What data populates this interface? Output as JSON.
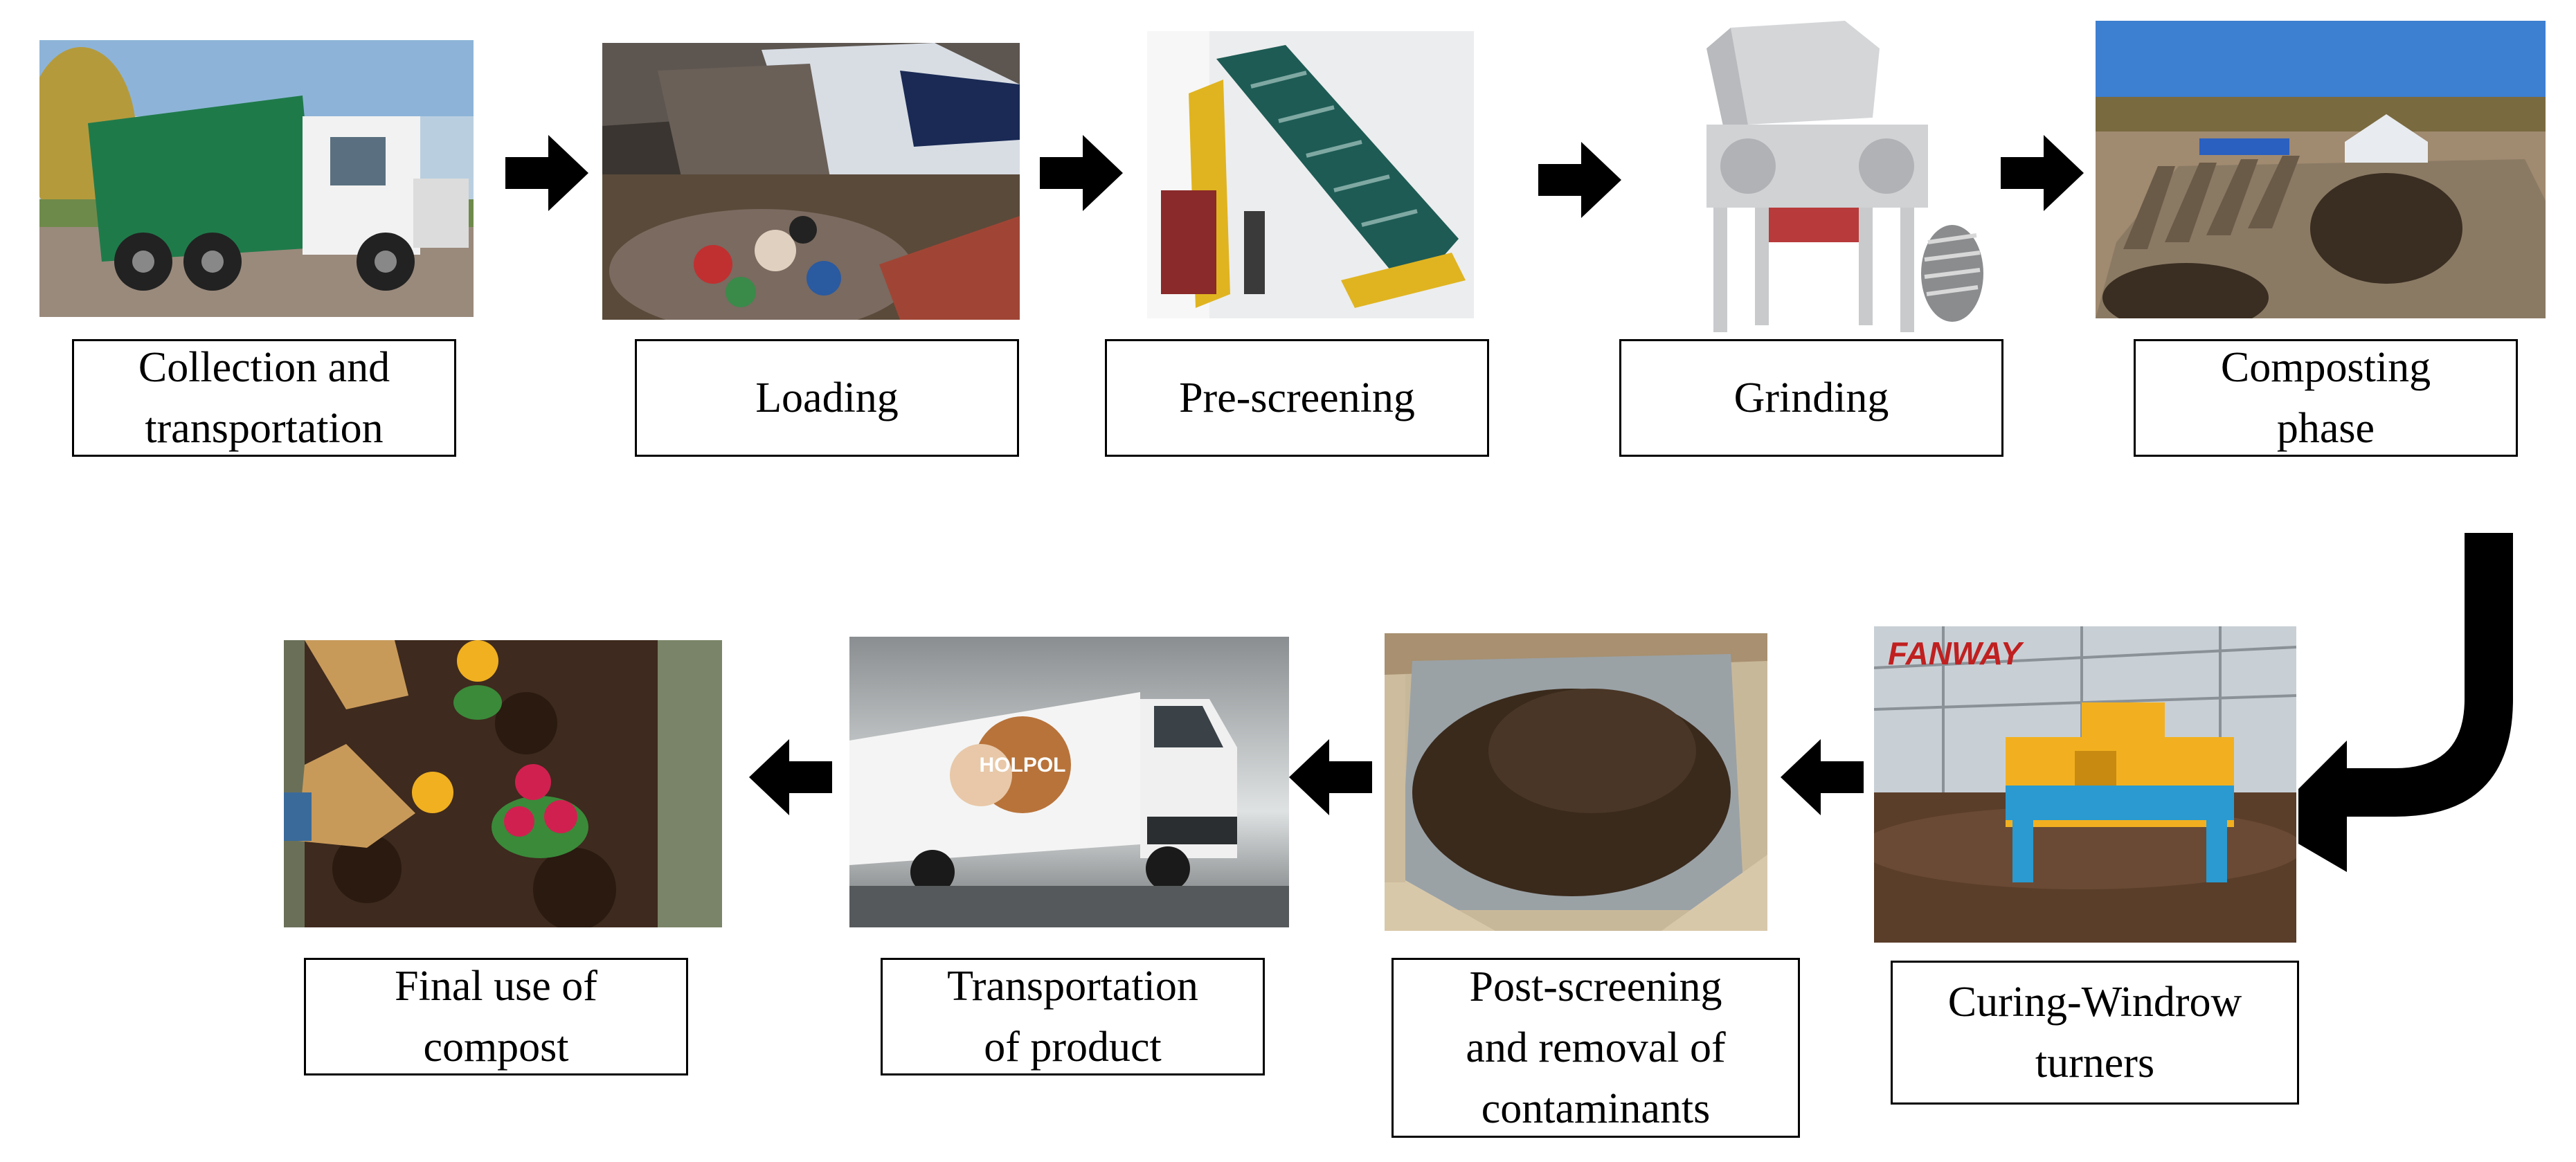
{
  "steps": {
    "collection": {
      "line1": "Collection and",
      "line2": "transportation"
    },
    "loading": {
      "line1": "Loading"
    },
    "prescreening": {
      "line1": "Pre-screening"
    },
    "grinding": {
      "line1": "Grinding"
    },
    "composting": {
      "line1": "Composting",
      "line2": "phase"
    },
    "curing": {
      "line1": "Curing-Windrow",
      "line2": "turners"
    },
    "postscreening": {
      "line1": "Post-screening",
      "line2": "and removal of",
      "line3": "contaminants"
    },
    "transport_product": {
      "line1": "Transportation",
      "line2": "of product"
    },
    "final_use": {
      "line1": "Final use of",
      "line2": "compost"
    }
  },
  "photo_text": {
    "truck_logo": "HOLPOL",
    "turner_brand": "FANWAY"
  }
}
